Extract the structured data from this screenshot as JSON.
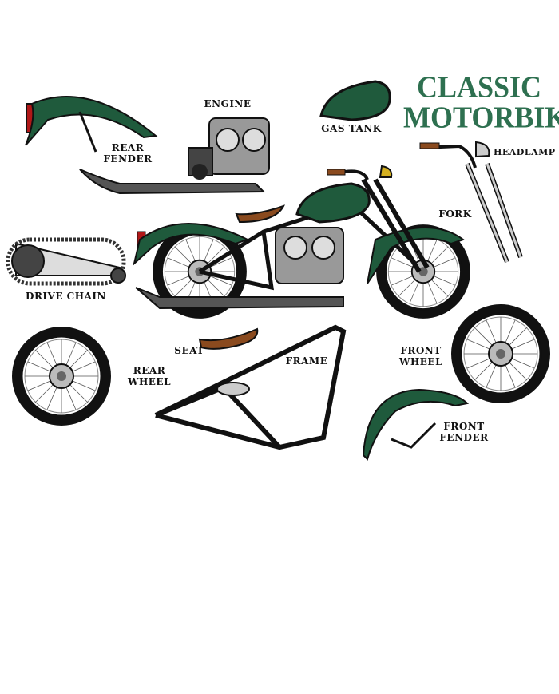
{
  "title": {
    "line1": "CLASSIC",
    "line2": "MOTORBIKE"
  },
  "colors": {
    "accent_green": "#2e7050",
    "body_green": "#1f5a3c",
    "seat_brown": "#8a4a1e",
    "chrome": "#c9c9c9",
    "outline": "#111111"
  },
  "labels": {
    "engine": "ENGINE",
    "gas_tank": "GAS TANK",
    "headlamp": "HEADLAMP",
    "rear_fender_1": "REAR",
    "rear_fender_2": "FENDER",
    "fork": "FORK",
    "drive_chain": "DRIVE CHAIN",
    "seat": "SEAT",
    "frame": "FRAME",
    "rear_wheel_1": "REAR",
    "rear_wheel_2": "WHEEL",
    "front_wheel_1": "FRONT",
    "front_wheel_2": "WHEEL",
    "front_fender_1": "FRONT",
    "front_fender_2": "FENDER"
  }
}
